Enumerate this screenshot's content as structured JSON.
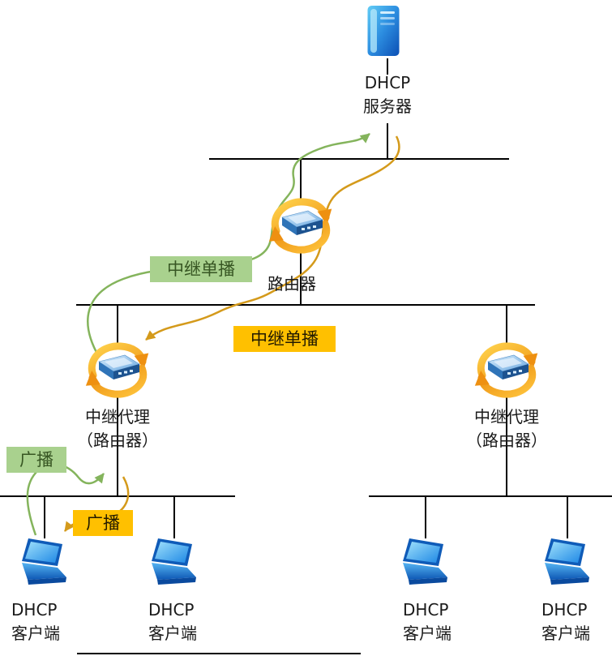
{
  "nodes": {
    "server": {
      "line1": "DHCP",
      "line2": "服务器"
    },
    "router": {
      "label": "路由器"
    },
    "relay_left": {
      "line1": "中继代理",
      "line2": "（路由器）"
    },
    "relay_right": {
      "line1": "中继代理",
      "line2": "（路由器）"
    },
    "clients": [
      {
        "line1": "DHCP",
        "line2": "客户端"
      },
      {
        "line1": "DHCP",
        "line2": "客户端"
      },
      {
        "line1": "DHCP",
        "line2": "客户端"
      },
      {
        "line1": "DHCP",
        "line2": "客户端"
      }
    ]
  },
  "badges": {
    "relay_unicast_up": {
      "text": "中继单播",
      "bg": "#a9d18e",
      "fg": "#375623"
    },
    "relay_unicast_down": {
      "text": "中继单播",
      "bg": "#ffc000",
      "fg": "#221a00"
    },
    "broadcast_up": {
      "text": "广播",
      "bg": "#a9d18e",
      "fg": "#375623"
    },
    "broadcast_down": {
      "text": "广播",
      "bg": "#ffc000",
      "fg": "#221a00"
    }
  },
  "colors": {
    "green_flow": "#84b45c",
    "gold_flow": "#d49a1b",
    "bus_line": "#000000"
  },
  "icons": {
    "server": "server-tower-icon",
    "router": "router-sync-icon",
    "client": "laptop-icon"
  }
}
